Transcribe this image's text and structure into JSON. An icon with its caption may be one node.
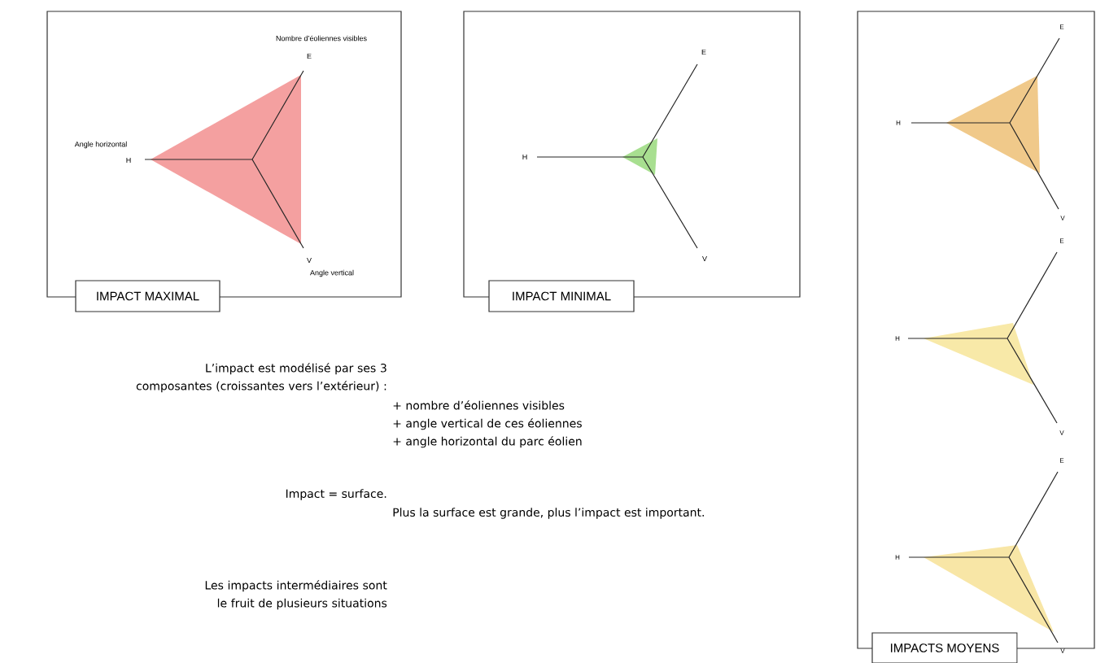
{
  "diagram": {
    "nodes": [
      {
        "text": [
          "IMPACT MAXIMAL"
        ]
      },
      {
        "text": [
          "IMPACT MINIMAL"
        ]
      },
      {
        "text": [
          "IMPACTS MOYENS"
        ]
      }
    ],
    "labels": [
      "Nombre d’éoliennes visibles",
      "E",
      "Angle horizontal",
      "H",
      "V",
      "Angle vertical",
      "E",
      "H",
      "V",
      "E",
      "H",
      "V",
      "E",
      "H",
      "V",
      "E",
      "H",
      "V",
      "L’impact est modélisé par ses 3 composantes (croissantes vers l’extérieur) :",
      "+ nombre d’éoliennes visibles",
      "+ angle vertical de ces éoliennes",
      "+ angle horizontal du parc éolien",
      "Impact = surface.",
      "Plus la surface est grande, plus l’impact est important.",
      "Les impacts intermédiaires sont le fruit de plusieurs situations"
    ]
  }
}
